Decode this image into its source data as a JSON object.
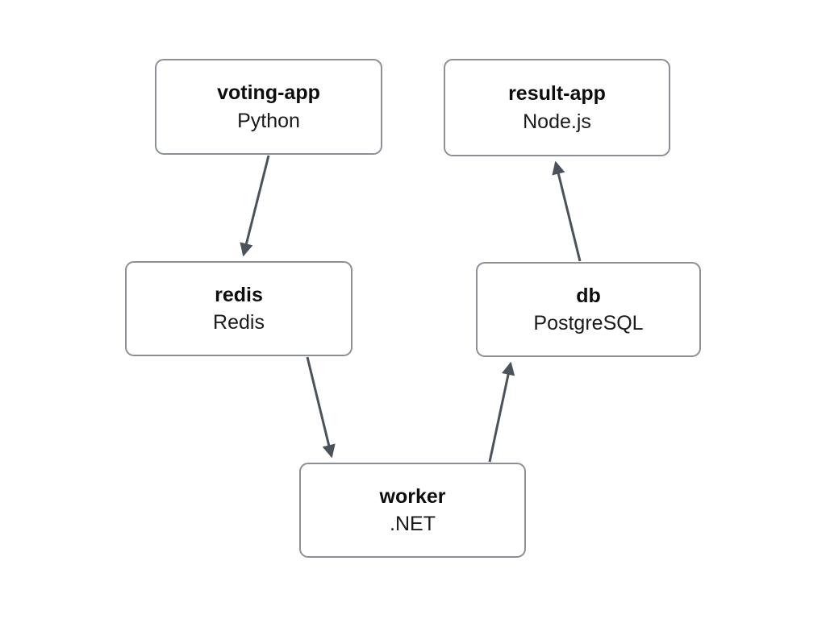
{
  "diagram": {
    "type": "architecture-flow",
    "nodes": [
      {
        "id": "voting-app",
        "name": "voting-app",
        "tech": "Python"
      },
      {
        "id": "result-app",
        "name": "result-app",
        "tech": "Node.js"
      },
      {
        "id": "redis",
        "name": "redis",
        "tech": "Redis"
      },
      {
        "id": "db",
        "name": "db",
        "tech": "PostgreSQL"
      },
      {
        "id": "worker",
        "name": "worker",
        "tech": ".NET"
      }
    ],
    "edges": [
      {
        "from": "voting-app",
        "to": "redis"
      },
      {
        "from": "redis",
        "to": "worker"
      },
      {
        "from": "worker",
        "to": "db"
      },
      {
        "from": "db",
        "to": "result-app"
      }
    ],
    "colors": {
      "node_border": "#8b9096",
      "node_background": "#ffffff",
      "arrow": "#4b525b",
      "text": "#0d0d0d",
      "canvas_background": "#ffffff"
    }
  }
}
